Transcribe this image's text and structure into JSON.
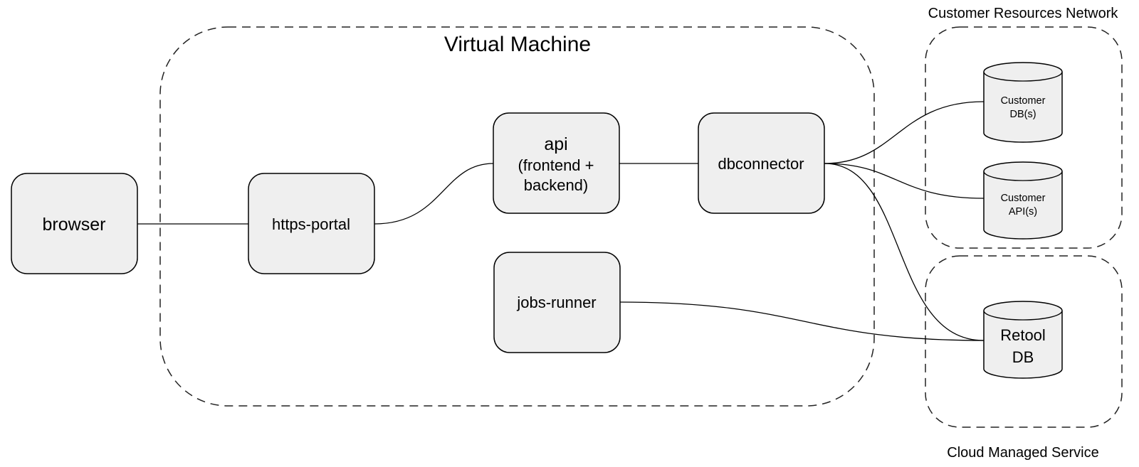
{
  "groups": {
    "vm": {
      "title": "Virtual Machine"
    },
    "customer_network": {
      "title": "Customer Resources Network"
    },
    "cloud_service": {
      "title": "Cloud Managed Service"
    }
  },
  "nodes": {
    "browser": {
      "label": "browser"
    },
    "https_portal": {
      "label": "https-portal"
    },
    "api": {
      "line1": "api",
      "line2": "(frontend +",
      "line3": "backend)"
    },
    "dbconnector": {
      "label": "dbconnector"
    },
    "jobs_runner": {
      "label": "jobs-runner"
    }
  },
  "datastores": {
    "customer_db": {
      "line1": "Customer",
      "line2": "DB(s)"
    },
    "customer_api": {
      "line1": "Customer",
      "line2": "API(s)"
    },
    "retool_db": {
      "line1": "Retool",
      "line2": "DB"
    }
  },
  "edges": [
    {
      "from": "browser",
      "to": "https-portal"
    },
    {
      "from": "https-portal",
      "to": "api"
    },
    {
      "from": "api",
      "to": "dbconnector"
    },
    {
      "from": "dbconnector",
      "to": "customer-db"
    },
    {
      "from": "dbconnector",
      "to": "customer-api"
    },
    {
      "from": "dbconnector",
      "to": "retool-db"
    },
    {
      "from": "jobs-runner",
      "to": "retool-db"
    }
  ]
}
